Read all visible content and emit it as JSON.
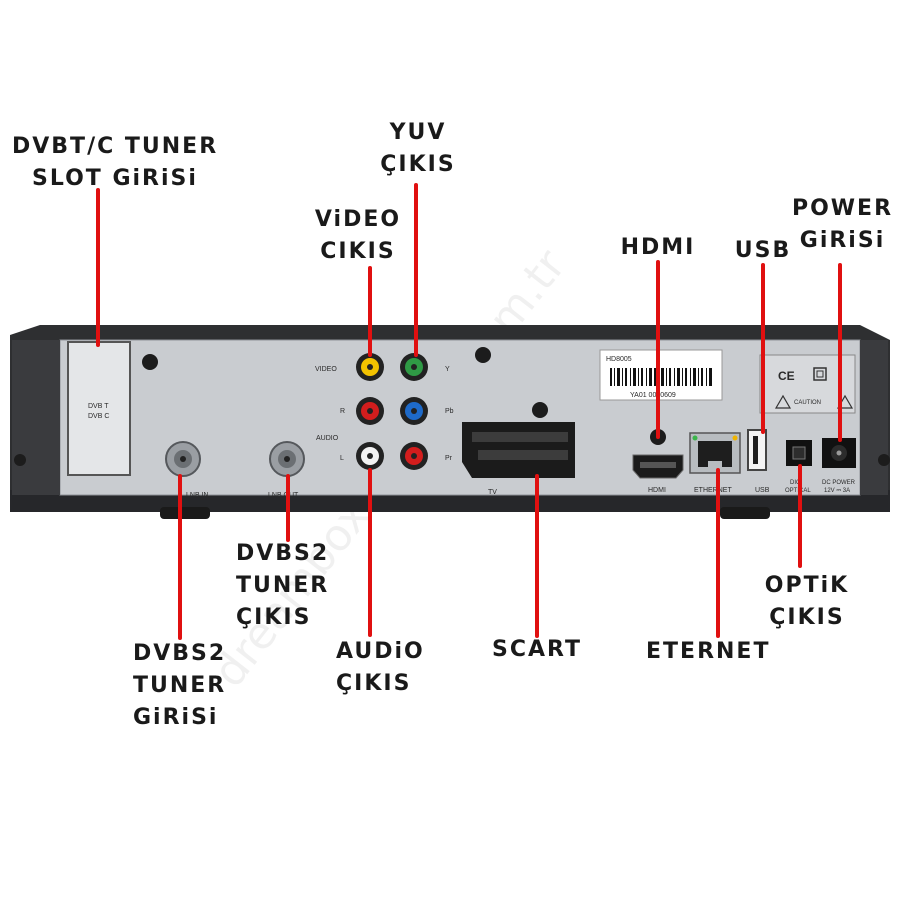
{
  "colors": {
    "leader": "#e01010",
    "panel": "#c9ccd0",
    "chassis": "#2e2f31",
    "label_text": "#1a1a1a"
  },
  "callouts": {
    "dvbt_slot": [
      "DVBT/C TUNER",
      "SLOT GiRiSi"
    ],
    "yuv": [
      "YUV",
      "ÇIKIS"
    ],
    "video": [
      "ViDEO",
      "CIKIS"
    ],
    "hdmi": [
      "HDMI"
    ],
    "usb": [
      "USB"
    ],
    "power": [
      "POWER",
      "GiRiSi"
    ],
    "dvbs2_out": [
      "DVBS2",
      "TUNER",
      "ÇIKIS"
    ],
    "dvbs2_in": [
      "DVBS2",
      "TUNER",
      "GiRiSi"
    ],
    "audio": [
      "AUDiO",
      "ÇIKIS"
    ],
    "scart": [
      "SCART"
    ],
    "eternet": [
      "ETERNET"
    ],
    "optik": [
      "OPTiK",
      "ÇIKIS"
    ]
  },
  "panel_labels": {
    "slot": [
      "DVB T",
      "DVB C"
    ],
    "video": "VIDEO",
    "audio": "AUDIO",
    "r": "R",
    "l": "L",
    "y": "Y",
    "pb": "Pb",
    "pr": "Pr",
    "lnb_in": "LNB IN",
    "lnb_out": "LNB OUT",
    "tv": "TV",
    "hdmi": "HDMI",
    "ethernet": "ETHERNET",
    "usb": "USB",
    "optical": [
      "DIGI",
      "OPTICAL"
    ],
    "dc_power": [
      "DC POWER",
      "12V ⎓ 3A"
    ],
    "model": "HD8005",
    "serial": "YA01 0000609",
    "ce": "CE",
    "caution": "CAUTION"
  },
  "watermark": "dreamboxdeposu.com.tr"
}
